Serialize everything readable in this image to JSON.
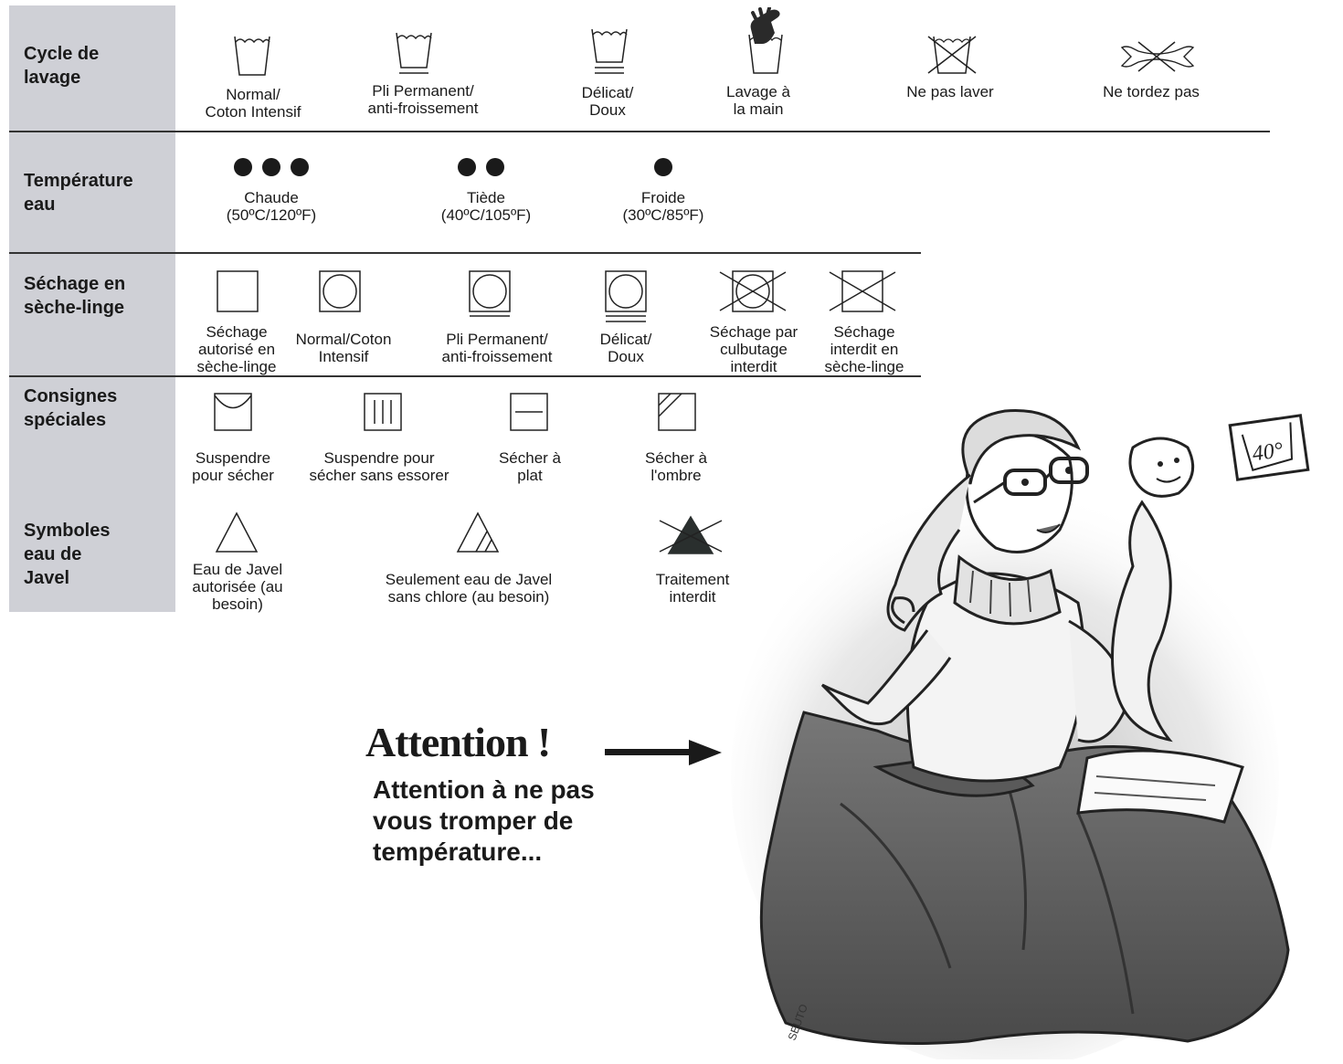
{
  "sections": [
    {
      "id": "wash",
      "title": "Cycle de\nlavage",
      "items": [
        {
          "icon": "washtub-icon",
          "label": "Normal/\nCoton Intensif"
        },
        {
          "icon": "washtub-one-bar-icon",
          "label": "Pli Permanent/\nanti-froissement"
        },
        {
          "icon": "washtub-two-bars-icon",
          "label": "Délicat/\nDoux"
        },
        {
          "icon": "hand-wash-icon",
          "label": "Lavage à\nla main"
        },
        {
          "icon": "do-not-wash-icon",
          "label": "Ne pas laver"
        },
        {
          "icon": "do-not-wring-icon",
          "label": "Ne tordez pas"
        }
      ]
    },
    {
      "id": "temp",
      "title": "Température\neau",
      "items": [
        {
          "icon": "three-dots-icon",
          "label": "Chaude\n(50ºC/120ºF)"
        },
        {
          "icon": "two-dots-icon",
          "label": "Tiède\n(40ºC/105ºF)"
        },
        {
          "icon": "one-dot-icon",
          "label": "Froide\n(30ºC/85ºF)"
        }
      ]
    },
    {
      "id": "dry",
      "title": "Séchage en\nsèche-linge",
      "items": [
        {
          "icon": "tumble-dry-square-icon",
          "label": "Séchage\nautorisé en\nsèche-linge"
        },
        {
          "icon": "tumble-dry-normal-icon",
          "label": "Normal/Coton\nIntensif"
        },
        {
          "icon": "tumble-dry-permanent-icon",
          "label": "Pli Permanent/\nanti-froissement"
        },
        {
          "icon": "tumble-dry-delicate-icon",
          "label": "Délicat/\nDoux"
        },
        {
          "icon": "do-not-tumble-icon",
          "label": "Séchage par\nculbutage\ninterdit"
        },
        {
          "icon": "do-not-dry-icon",
          "label": "Séchage\ninterdit en\nsèche-linge"
        }
      ]
    },
    {
      "id": "special",
      "title": "Consignes\nspéciales",
      "items": [
        {
          "icon": "line-dry-icon",
          "label": "Suspendre\npour sécher"
        },
        {
          "icon": "drip-dry-icon",
          "label": "Suspendre pour\nsécher sans essorer"
        },
        {
          "icon": "dry-flat-icon",
          "label": "Sécher à\nplat"
        },
        {
          "icon": "dry-in-shade-icon",
          "label": "Sécher à\nl'ombre"
        }
      ]
    },
    {
      "id": "bleach",
      "title": "Symboles\neau de\nJavel",
      "items": [
        {
          "icon": "bleach-allowed-icon",
          "label": "Eau de Javel\nautorisée (au\nbesoin)"
        },
        {
          "icon": "non-chlorine-bleach-icon",
          "label": "Seulement eau de Javel\nsans chlore (au besoin)"
        },
        {
          "icon": "do-not-bleach-icon",
          "label": "Traitement\ninterdit"
        }
      ]
    }
  ],
  "attention": {
    "title": "Attention !",
    "body": "Attention à ne pas\nvous tromper de\ntempérature..."
  },
  "illustration": {
    "sign_text": "40°",
    "signature": "SEUTO"
  }
}
